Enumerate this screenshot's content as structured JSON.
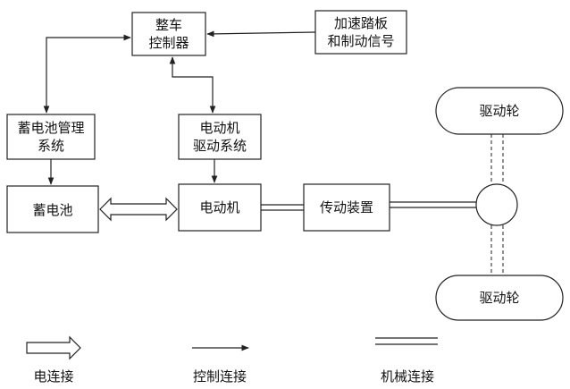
{
  "nodes": {
    "vcu": {
      "line1": "整车",
      "line2": "控制器"
    },
    "pedal": {
      "line1": "加速踏板",
      "line2": "和制动信号"
    },
    "bms": {
      "line1": "蓄电池管理",
      "line2": "系统"
    },
    "motor_drive": {
      "line1": "电动机",
      "line2": "驱动系统"
    },
    "battery": {
      "label": "蓄电池"
    },
    "motor": {
      "label": "电动机"
    },
    "transmission": {
      "label": "传动装置"
    },
    "wheel_top": {
      "label": "驱动轮"
    },
    "wheel_bottom": {
      "label": "驱动轮"
    }
  },
  "legend": {
    "electric": "电连接",
    "control": "控制连接",
    "mechanical": "机械连接"
  }
}
